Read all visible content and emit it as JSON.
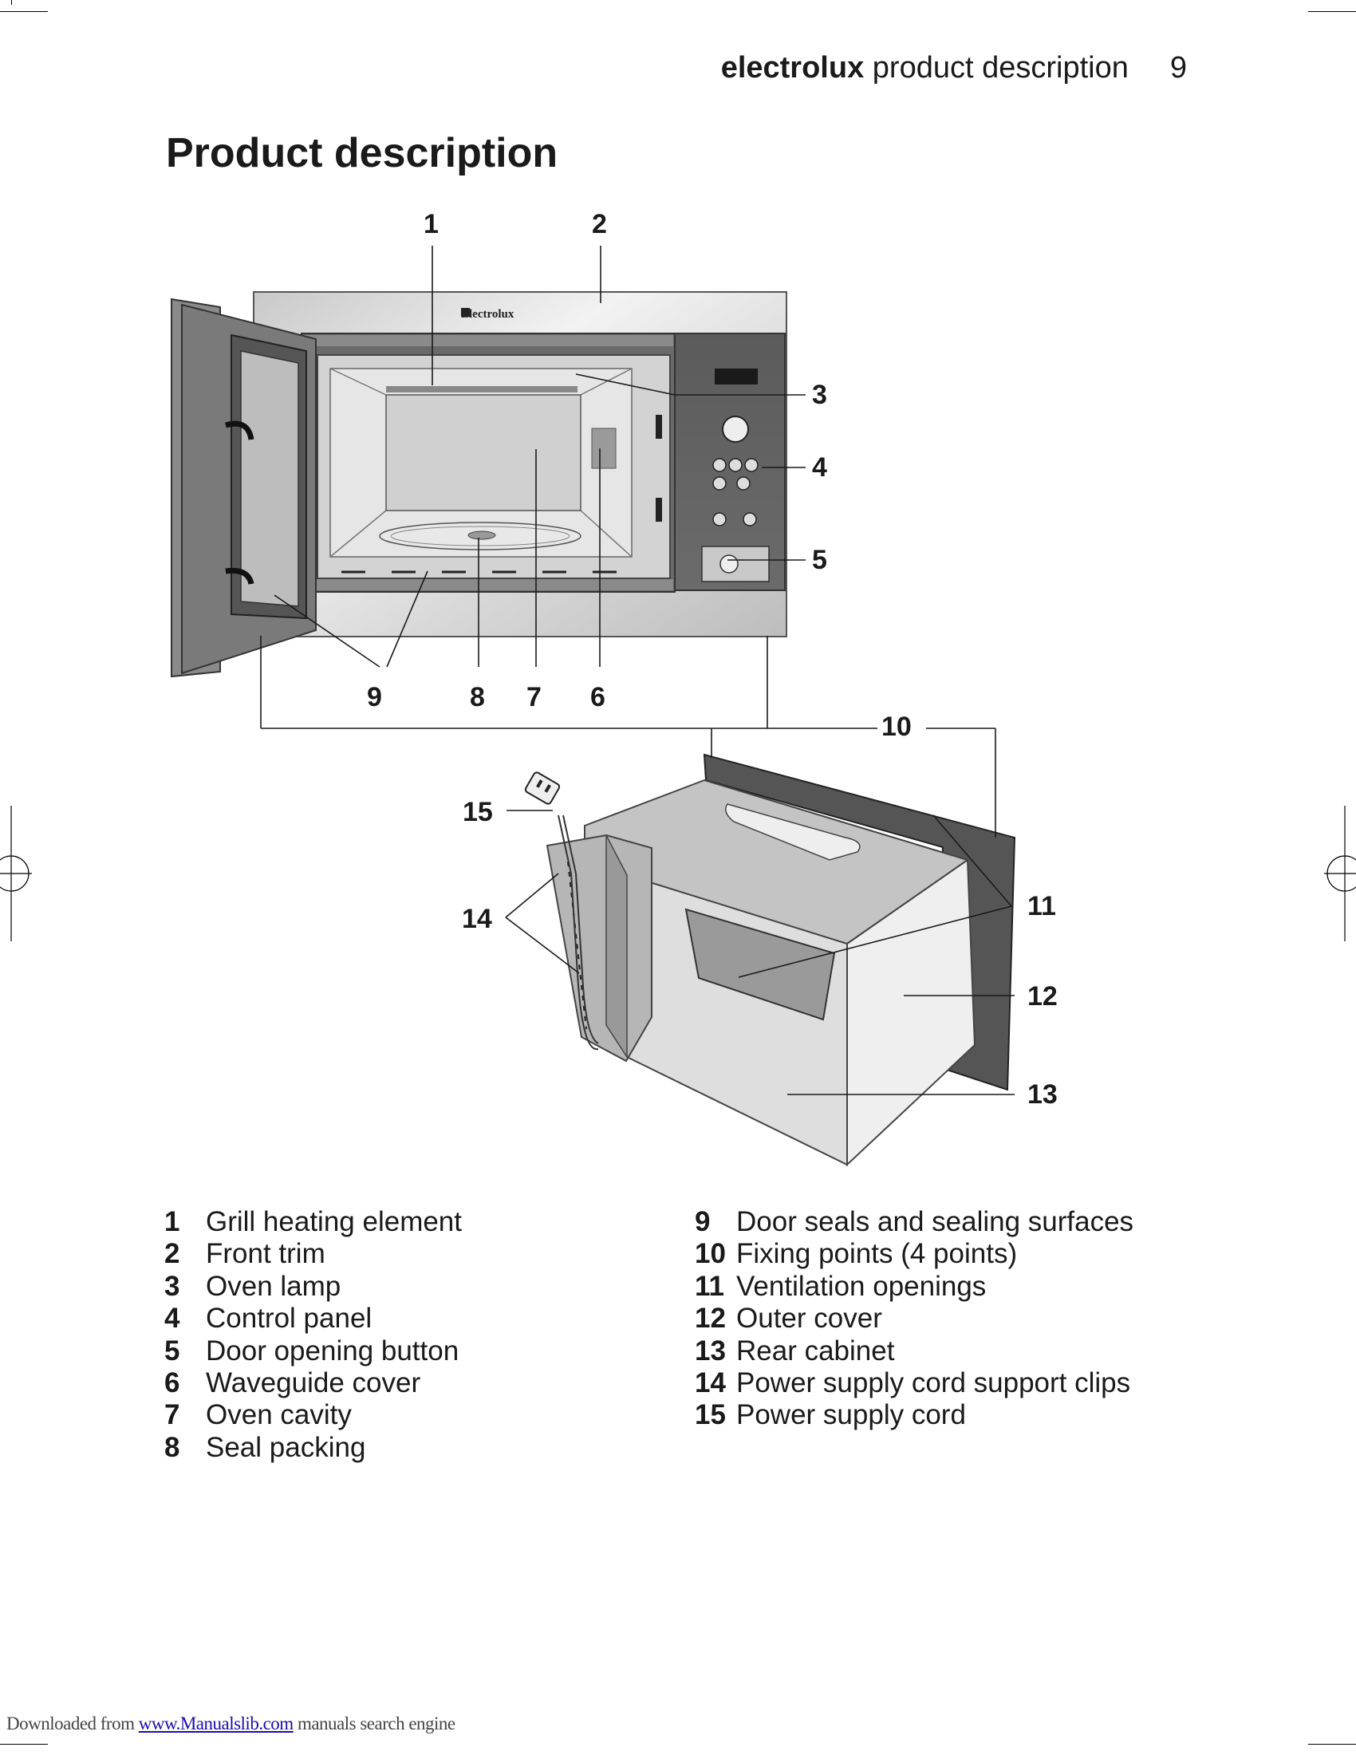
{
  "header": {
    "brand": "electrolux",
    "section": " product description",
    "page_number": "9"
  },
  "page_title": "Product description",
  "figure": {
    "appliance_logo": "Electrolux",
    "callouts": [
      "1",
      "2",
      "3",
      "4",
      "5",
      "6",
      "7",
      "8",
      "9",
      "10",
      "11",
      "12",
      "13",
      "14",
      "15"
    ]
  },
  "legend": {
    "left": [
      {
        "num": "1",
        "label": "Grill heating element"
      },
      {
        "num": "2",
        "label": "Front trim"
      },
      {
        "num": "3",
        "label": "Oven lamp"
      },
      {
        "num": "4",
        "label": "Control panel"
      },
      {
        "num": "5",
        "label": "Door opening button"
      },
      {
        "num": "6",
        "label": "Waveguide cover"
      },
      {
        "num": "7",
        "label": "Oven cavity"
      },
      {
        "num": "8",
        "label": "Seal packing"
      }
    ],
    "right": [
      {
        "num": "9",
        "label": "Door seals and sealing surfaces"
      },
      {
        "num": "10",
        "label": "Fixing points (4 points)"
      },
      {
        "num": "11",
        "label": "Ventilation openings"
      },
      {
        "num": "12",
        "label": "Outer cover"
      },
      {
        "num": "13",
        "label": "Rear cabinet"
      },
      {
        "num": "14",
        "label": "Power supply cord support clips"
      },
      {
        "num": "15",
        "label": "Power supply cord"
      }
    ]
  },
  "footer": {
    "prefix": "Downloaded from ",
    "link": "www.Manualslib.com",
    "suffix": " manuals search engine"
  }
}
